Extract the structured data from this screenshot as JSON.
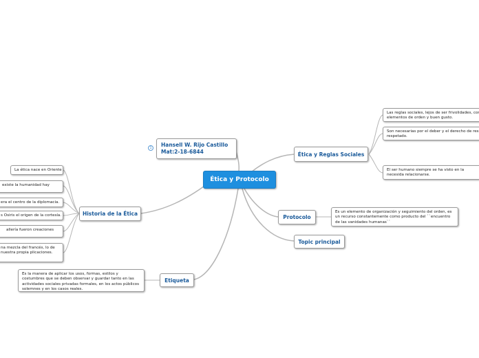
{
  "central": {
    "label": "Ética y Protocolo"
  },
  "author": {
    "line1": "Hansell W. Rijo Castillo",
    "line2": "Mat:2-18-6844",
    "note_icon": "1"
  },
  "topics": {
    "etica_reglas": {
      "label": "Ética y Reglas Sociales",
      "children": [
        "Las reglas sociales, lejos de ser frivolidades, con elementos de orden y buen gusto.",
        "Son necesarias por el deber y el derecho de resp respetado.",
        "El ser humano siempre se ha visto en la necesida relacionarse."
      ]
    },
    "protocolo": {
      "label": "Protocolo",
      "child": "Es un elemento de organización y seguimiento del orden, es un recurso constantemente como producto del ``encuentro de las vanidades humanas``"
    },
    "topic_principal": {
      "label": "Topic principal"
    },
    "etiqueta": {
      "label": "Etiqueta",
      "child": "Es la manera de aplicar los usos, formas, estilos y costumbres que se deben observar y guardar tanto en las actividades sociales privadas formales, en los actos públicos solemnes y en los casos reales."
    },
    "historia": {
      "label": "Historia de la Ética",
      "children": [
        "La ética nace en Oriente",
        "existe la humanidad hay",
        "era el centro de la diplomacia.",
        "s Osiris el origen de la cortesía.",
        "allería fueron creaciones",
        "na mezcla del francés, lo de nuestra propia plicaciones."
      ]
    }
  },
  "colors": {
    "central_bg": "#1e8fdf",
    "topic_text": "#1a5a9a",
    "link": "#b5b5b5"
  }
}
